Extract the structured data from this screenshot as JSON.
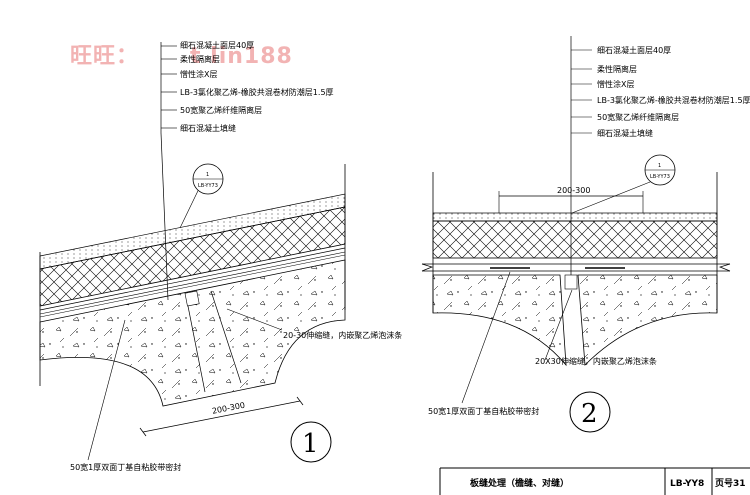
{
  "watermark": "旺旺：",
  "watermark_tail": "t   lin188",
  "detail1": {
    "layers": [
      "细石混凝土面层40厚",
      "柔性隔离层",
      "憎性涂X层",
      "LB-3氯化聚乙烯-橡胶共混卷材防潮层1.5厚",
      "50宽聚乙烯纤维隔离层",
      "细石混凝土填缝"
    ],
    "callout_top": "1",
    "callout_bottom": "LB-YY73",
    "note_right": "20-30伸缩缝，内嵌聚乙烯泡沫条",
    "dimension": "200-300",
    "note_bottom": "50宽1厚双面丁基自粘胶带密封",
    "number": "1"
  },
  "detail2": {
    "layers": [
      "细石混凝土面层40厚",
      "柔性隔离层",
      "憎性涂X层",
      "LB-3氯化聚乙烯-橡胶共混卷材防潮层1.5厚",
      "50宽聚乙烯纤维隔离层",
      "细石混凝土填缝"
    ],
    "callout_top": "1",
    "callout_bottom": "LB-YY73",
    "dimension": "200-300",
    "note_right": "20X30伸缩缝，内嵌聚乙烯泡沫条",
    "note_bottom": "50宽1厚双面丁基自粘胶带密封",
    "number": "2"
  },
  "title_block": {
    "title": "板缝处理（檐缝、对缝）",
    "code": "LB-YY8",
    "page": "页号31"
  }
}
